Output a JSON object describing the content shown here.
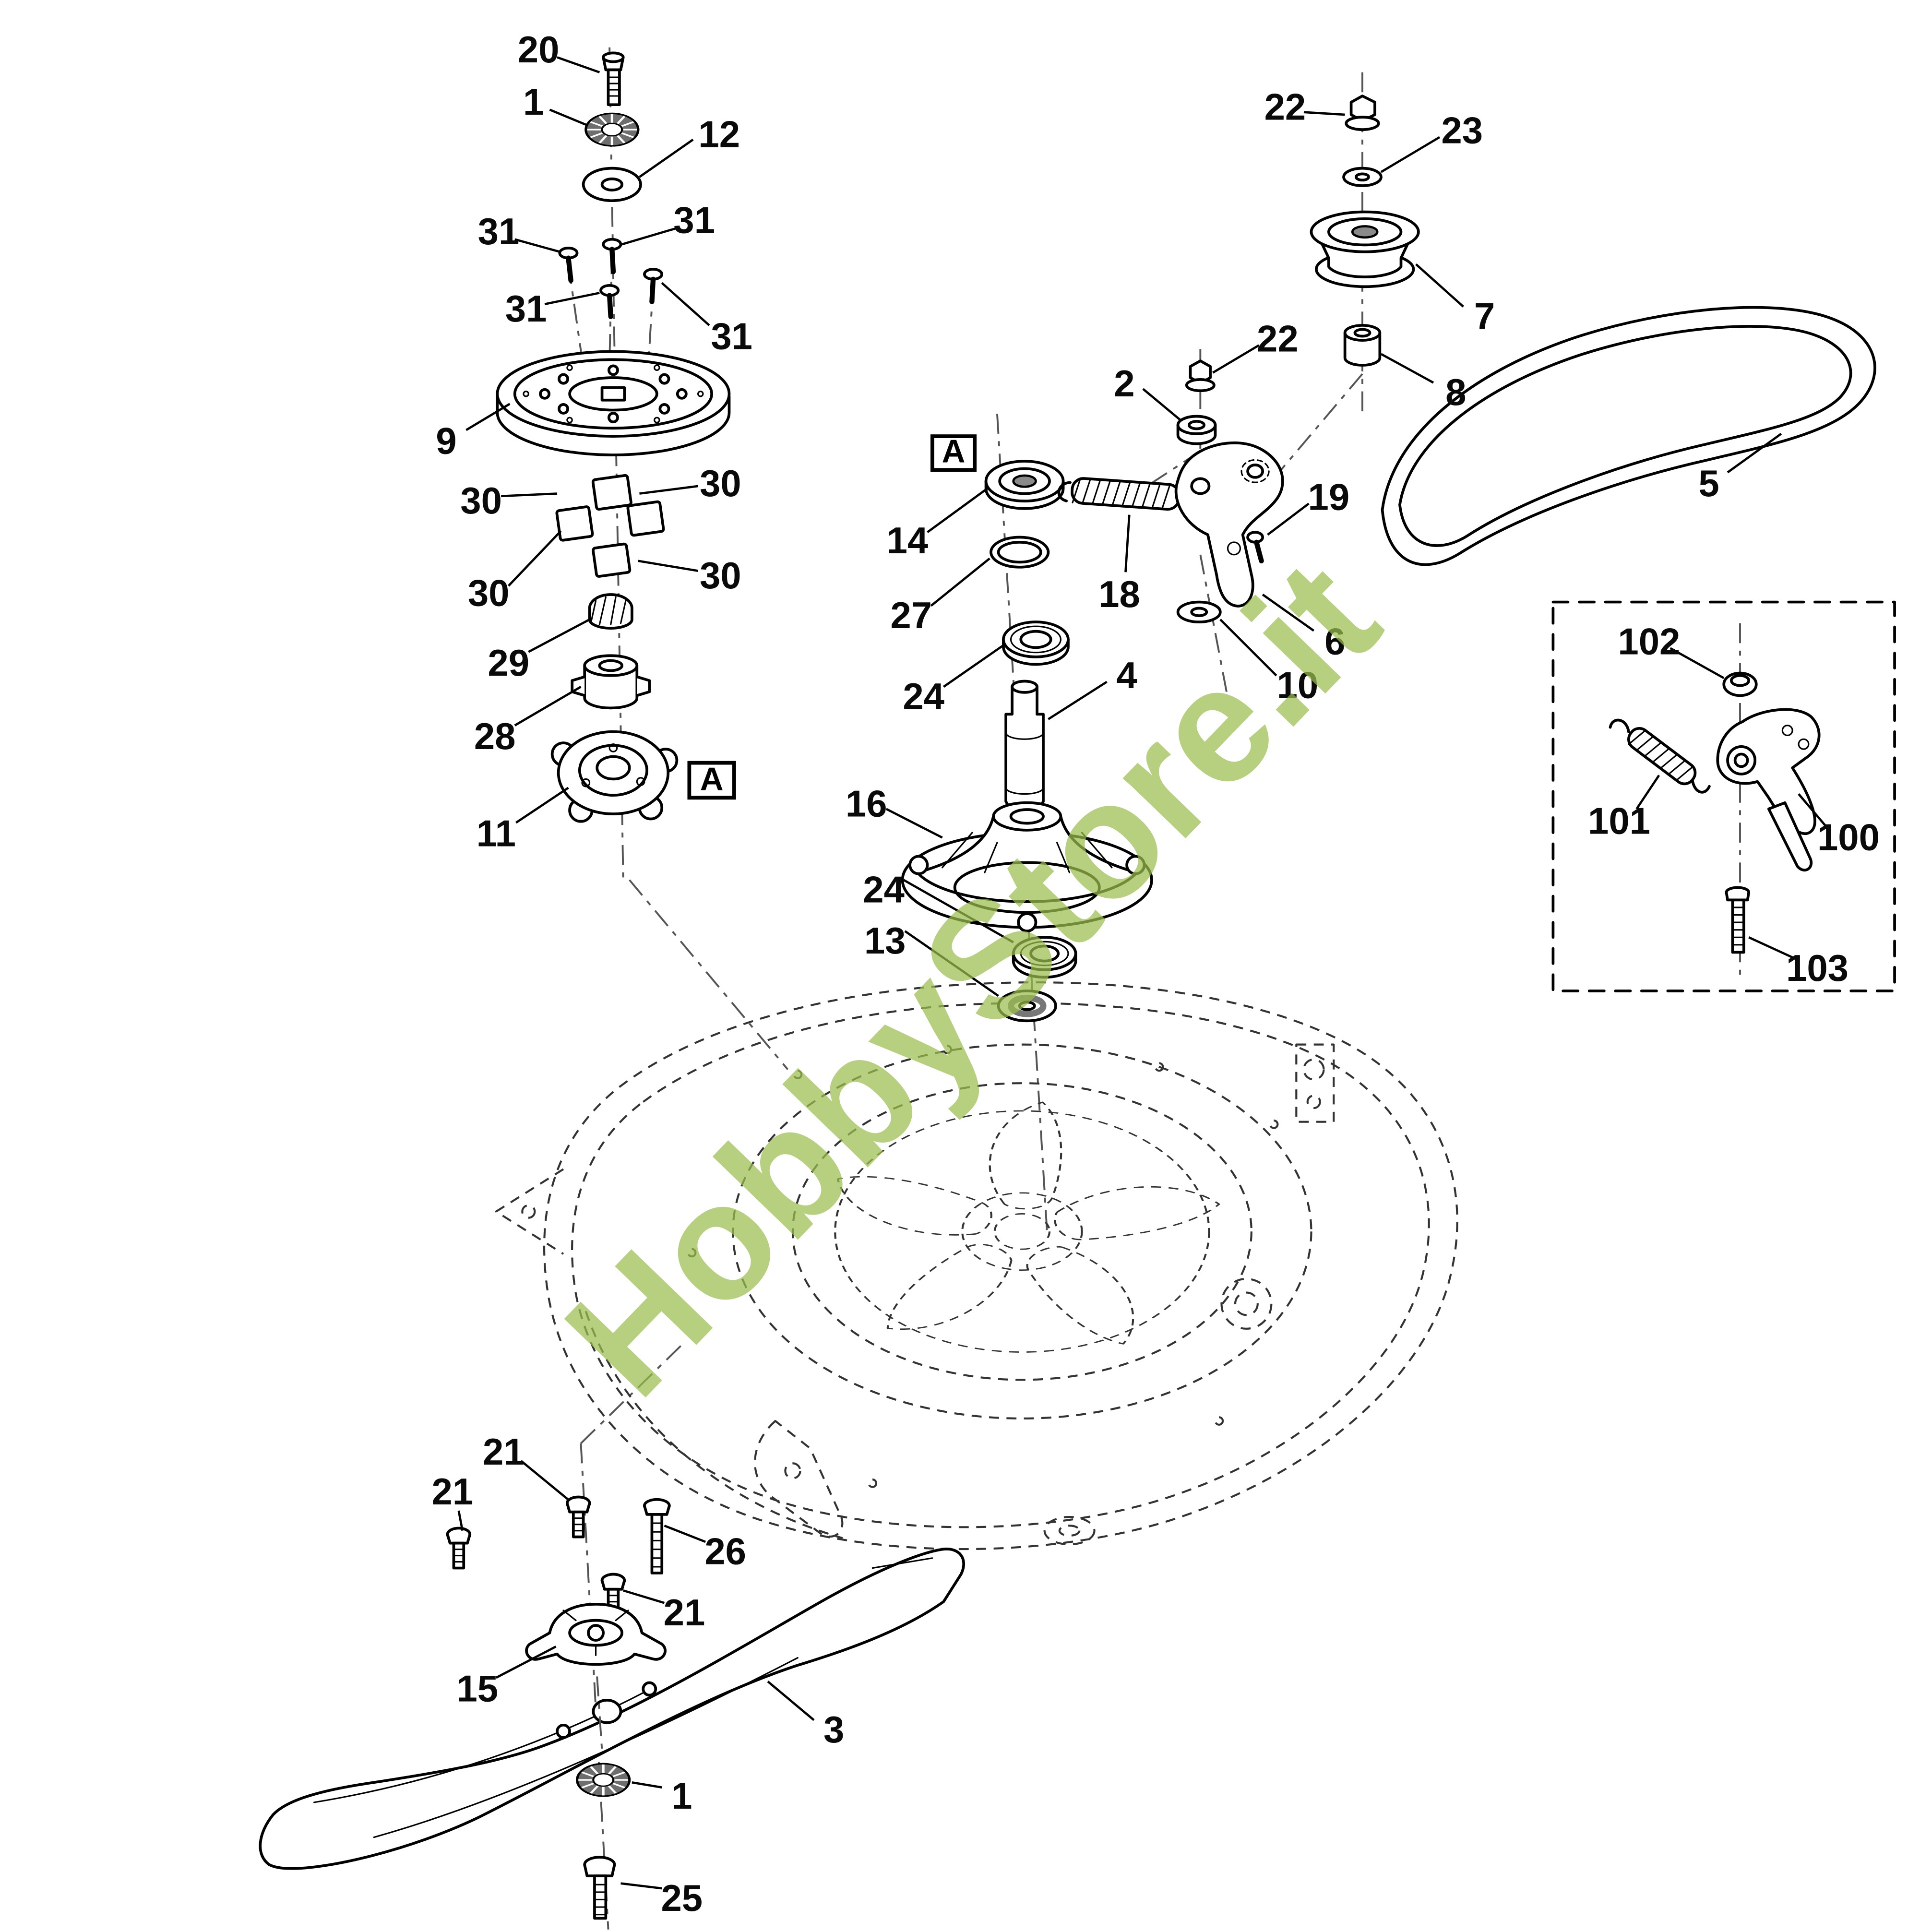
{
  "diagram": {
    "type": "exploded-parts-diagram",
    "background_color": "#ffffff",
    "line_color": "#000000",
    "section_marker": "A",
    "watermark": {
      "text": "HobbyStore.it",
      "color": "#9cbf4e"
    },
    "callouts": [
      {
        "part": "20"
      },
      {
        "part": "1"
      },
      {
        "part": "12"
      },
      {
        "part": "31"
      },
      {
        "part": "31"
      },
      {
        "part": "31"
      },
      {
        "part": "31"
      },
      {
        "part": "9"
      },
      {
        "part": "30"
      },
      {
        "part": "30"
      },
      {
        "part": "30"
      },
      {
        "part": "30"
      },
      {
        "part": "29"
      },
      {
        "part": "28"
      },
      {
        "part": "11"
      },
      {
        "part": "14"
      },
      {
        "part": "27"
      },
      {
        "part": "24"
      },
      {
        "part": "4"
      },
      {
        "part": "16"
      },
      {
        "part": "24"
      },
      {
        "part": "13"
      },
      {
        "part": "22"
      },
      {
        "part": "23"
      },
      {
        "part": "7"
      },
      {
        "part": "8"
      },
      {
        "part": "22"
      },
      {
        "part": "2"
      },
      {
        "part": "18"
      },
      {
        "part": "19"
      },
      {
        "part": "6"
      },
      {
        "part": "10"
      },
      {
        "part": "5"
      },
      {
        "part": "102"
      },
      {
        "part": "101"
      },
      {
        "part": "100"
      },
      {
        "part": "103"
      },
      {
        "part": "21"
      },
      {
        "part": "21"
      },
      {
        "part": "26"
      },
      {
        "part": "21"
      },
      {
        "part": "15"
      },
      {
        "part": "3"
      },
      {
        "part": "1"
      },
      {
        "part": "25"
      }
    ]
  }
}
